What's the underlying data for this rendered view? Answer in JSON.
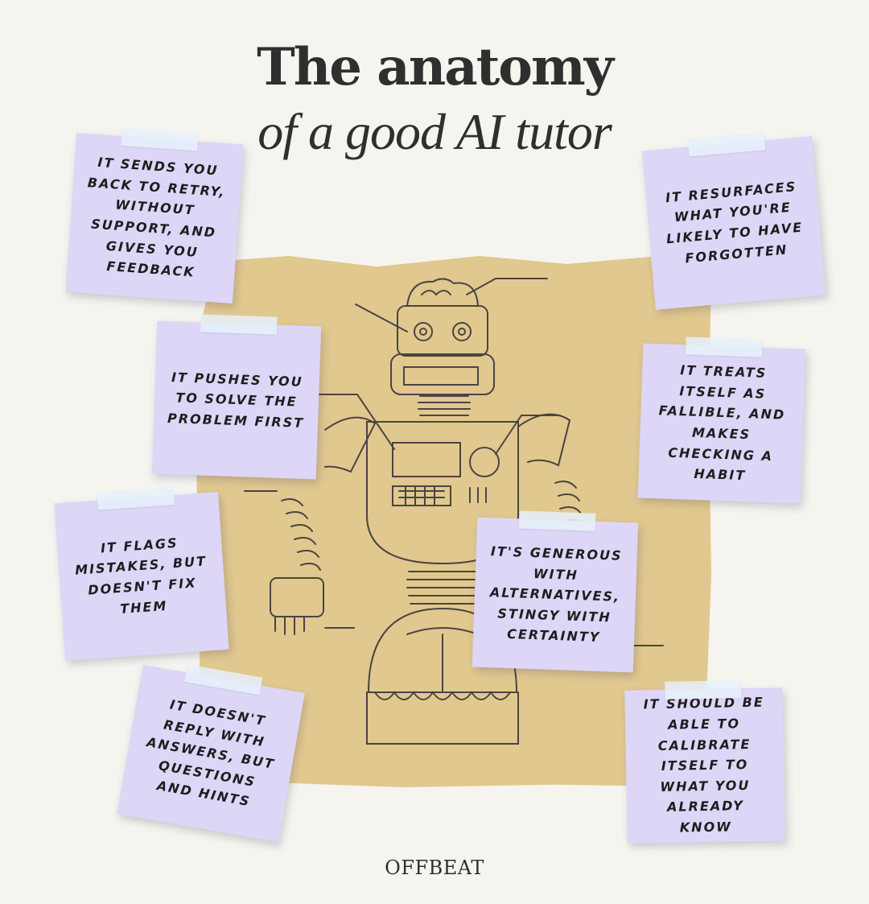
{
  "title": {
    "line1": "The anatomy",
    "line2": "of a good AI tutor"
  },
  "notes": [
    {
      "text": "It sends you back to retry, without support, and gives you feedback"
    },
    {
      "text": "It resurfaces what you're likely to have forgotten"
    },
    {
      "text": "It pushes you to solve the problem first"
    },
    {
      "text": "It treats itself as fallible, and makes checking a habit"
    },
    {
      "text": "It flags mistakes, but doesn't fix them"
    },
    {
      "text": "It's generous with alternatives, stingy with certainty"
    },
    {
      "text": "It doesn't reply with answers, but questions and hints"
    },
    {
      "text": "It should be able to calibrate itself to what you already know"
    }
  ],
  "footer": {
    "logo": "OFFBEAT"
  },
  "colors": {
    "background": "#f6f4ef",
    "paper": "#e1c88f",
    "sticky_note": "#ddd6f7",
    "ink": "#2f2f2f"
  },
  "illustration": {
    "subject": "robot-sketch"
  }
}
